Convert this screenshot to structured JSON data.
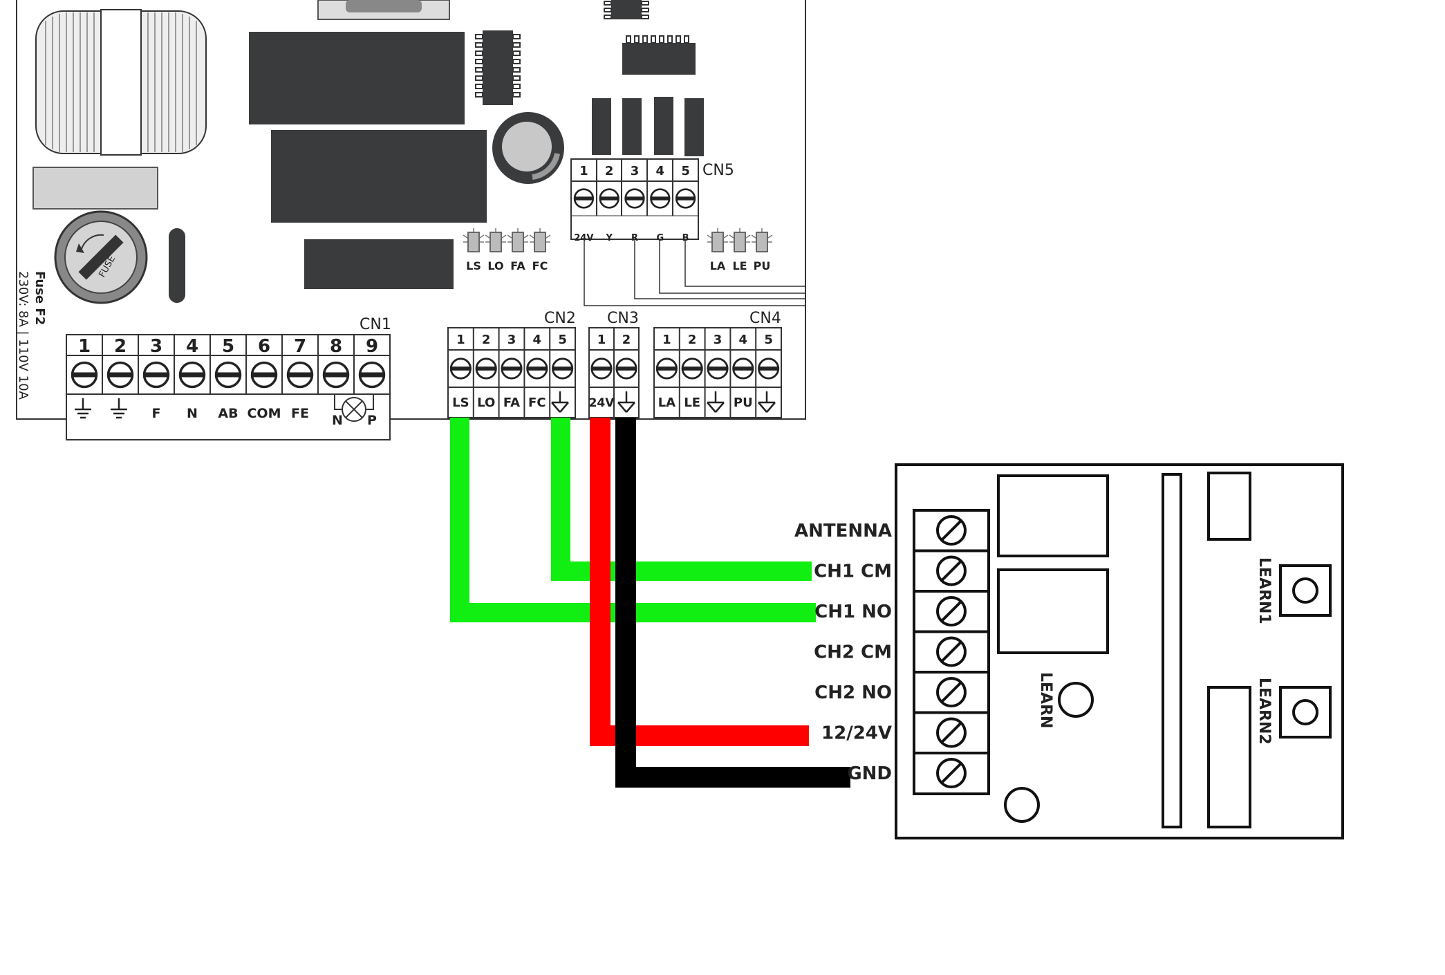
{
  "board": {
    "fuse": {
      "name": "Fuse F2",
      "rating": "230V: 8A | 110V 10A",
      "cap_text": "FUSE"
    },
    "cn1": {
      "label": "CN1",
      "numbers": [
        "1",
        "2",
        "3",
        "4",
        "5",
        "6",
        "7",
        "8",
        "9"
      ],
      "functions": [
        "",
        "",
        "F",
        "N",
        "AB",
        "COM",
        "FE",
        "N",
        "P"
      ]
    },
    "cn2": {
      "label": "CN2",
      "numbers": [
        "1",
        "2",
        "3",
        "4",
        "5"
      ],
      "functions": [
        "LS",
        "LO",
        "FA",
        "FC",
        ""
      ]
    },
    "cn3": {
      "label": "CN3",
      "numbers": [
        "1",
        "2"
      ],
      "functions": [
        "24V",
        ""
      ]
    },
    "cn4": {
      "label": "CN4",
      "numbers": [
        "1",
        "2",
        "3",
        "4",
        "5"
      ],
      "functions": [
        "LA",
        "LE",
        "",
        "PU",
        ""
      ]
    },
    "cn5": {
      "label": "CN5",
      "numbers": [
        "1",
        "2",
        "3",
        "4",
        "5"
      ],
      "functions": [
        "24V",
        "Y",
        "R",
        "G",
        "B"
      ]
    },
    "leds_left": [
      "LS",
      "LO",
      "FA",
      "FC"
    ],
    "leds_right": [
      "LA",
      "LE",
      "PU"
    ]
  },
  "receiver": {
    "terminals": [
      "ANTENNA",
      "CH1 CM",
      "CH1 NO",
      "CH2 CM",
      "CH2 NO",
      "12/24V",
      "GND"
    ],
    "learn": "LEARN",
    "learn1": "LEARN1",
    "learn2": "LEARN2"
  },
  "wires": [
    {
      "from": "CN2 LS",
      "to": "CH1 NO",
      "color": "#11ee11"
    },
    {
      "from": "CN2 ground",
      "to": "CH1 CM",
      "color": "#11ee11"
    },
    {
      "from": "CN3 24V",
      "to": "12/24V",
      "color": "#ff0000"
    },
    {
      "from": "CN3 ground",
      "to": "GND",
      "color": "#000000"
    }
  ],
  "colors": {
    "board_dark": "#3a3b3d",
    "green": "#11ee11",
    "red": "#ff0000",
    "black": "#000000"
  }
}
